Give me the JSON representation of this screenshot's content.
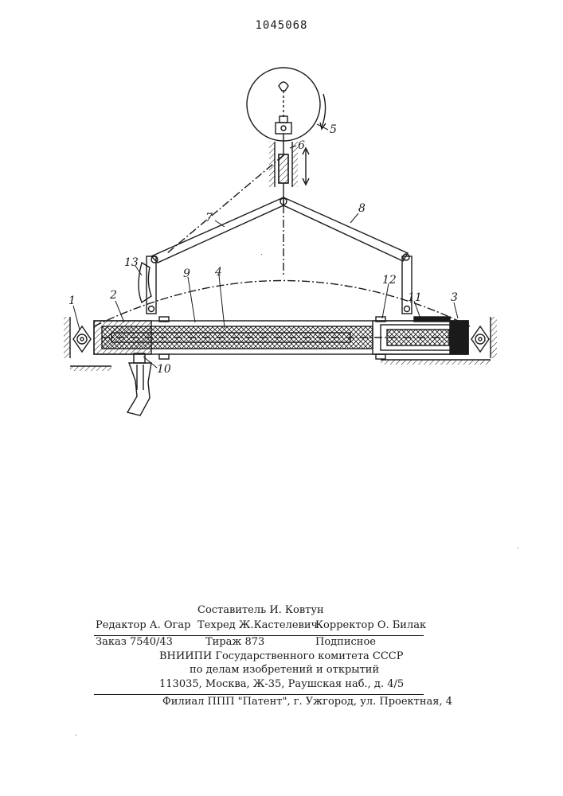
{
  "document": {
    "patent_number": "1045068"
  },
  "drawing": {
    "part_labels": [
      "1",
      "2",
      "3",
      "4",
      "5",
      "6",
      "7",
      "8",
      "9",
      "10",
      "11",
      "12",
      "13"
    ]
  },
  "imprint": {
    "compiler": "Составитель И. Ковтун",
    "editor": "Редактор А. Огар",
    "tech_editor": "Техред Ж.Кастелевич",
    "proofreader": "Корректор О. Билак",
    "order": "Заказ 7540/43",
    "circulation": "Тираж 873",
    "subscription": "Подписное",
    "institute": "ВНИИПИ Государственного комитета СССР",
    "committee": "по делам изобретений и открытий",
    "address": "113035, Москва, Ж-35, Раушская наб., д. 4/5",
    "branch": "Филиал ППП \"Патент\", г. Ужгород, ул. Проектная, 4"
  },
  "colors": {
    "ink": "#1a1a1a",
    "paper": "#ffffff"
  }
}
